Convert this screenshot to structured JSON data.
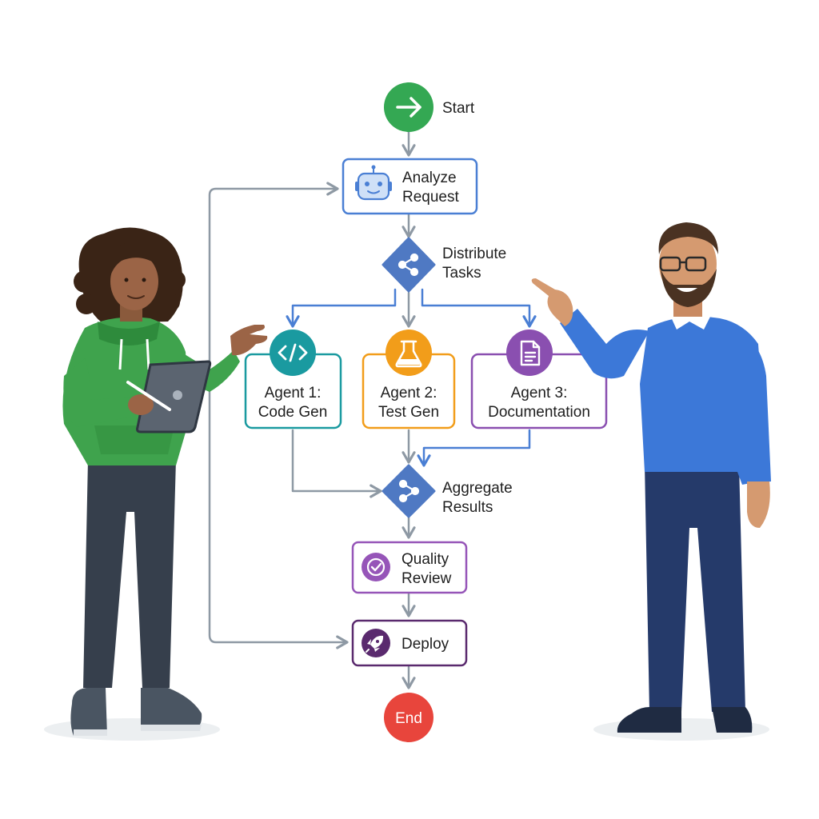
{
  "flow": {
    "start": {
      "label": "Start",
      "icon": "arrow-right-icon"
    },
    "analyze": {
      "line1": "Analyze",
      "line2": "Request",
      "icon": "robot-icon"
    },
    "distribute": {
      "line1": "Distribute",
      "line2": "Tasks",
      "icon": "share-nodes-icon"
    },
    "agents": [
      {
        "line1": "Agent 1:",
        "line2": "Code Gen",
        "icon": "code-icon"
      },
      {
        "line1": "Agent 2:",
        "line2": "Test Gen",
        "icon": "flask-icon"
      },
      {
        "line1": "Agent 3:",
        "line2": "Documentation",
        "icon": "document-icon"
      }
    ],
    "aggregate": {
      "line1": "Aggregate",
      "line2": "Results",
      "icon": "merge-nodes-icon"
    },
    "quality": {
      "line1": "Quality",
      "line2": "Review",
      "icon": "check-badge-icon"
    },
    "deploy": {
      "label": "Deploy",
      "icon": "rocket-icon"
    },
    "end": {
      "label": "End"
    }
  },
  "colors": {
    "start": "#34a853",
    "analyze": "#4a7fd4",
    "decision": "#4f79c3",
    "agent1": "#1a9aa0",
    "agent2": "#f29d1a",
    "agent3": "#8a4fb0",
    "quality": "#9655b8",
    "deploy": "#5a2a6e",
    "end": "#e8453c",
    "connector": "#8e99a4",
    "connector_blue": "#4a7fd4"
  },
  "people": [
    {
      "role": "woman-with-tablet"
    },
    {
      "role": "man-pointing"
    }
  ]
}
